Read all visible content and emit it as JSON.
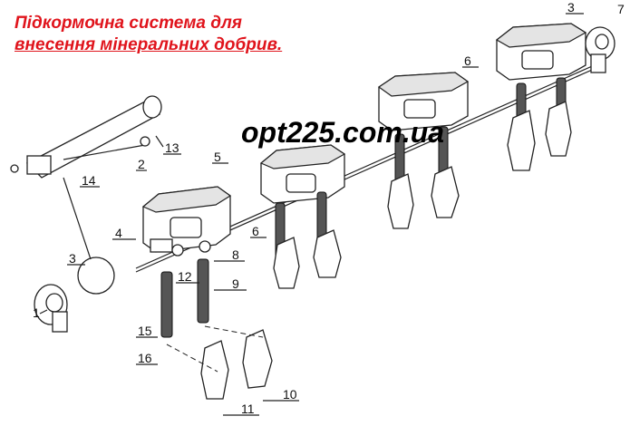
{
  "title": {
    "line1": "Підкормочна система для",
    "line2": "внесення мінеральних добрив."
  },
  "watermark": "opt225.com.ua",
  "callouts": [
    "1",
    "2",
    "3",
    "3",
    "4",
    "5",
    "6",
    "6",
    "7",
    "8",
    "9",
    "10",
    "11",
    "12",
    "13",
    "14",
    "15",
    "16"
  ]
}
